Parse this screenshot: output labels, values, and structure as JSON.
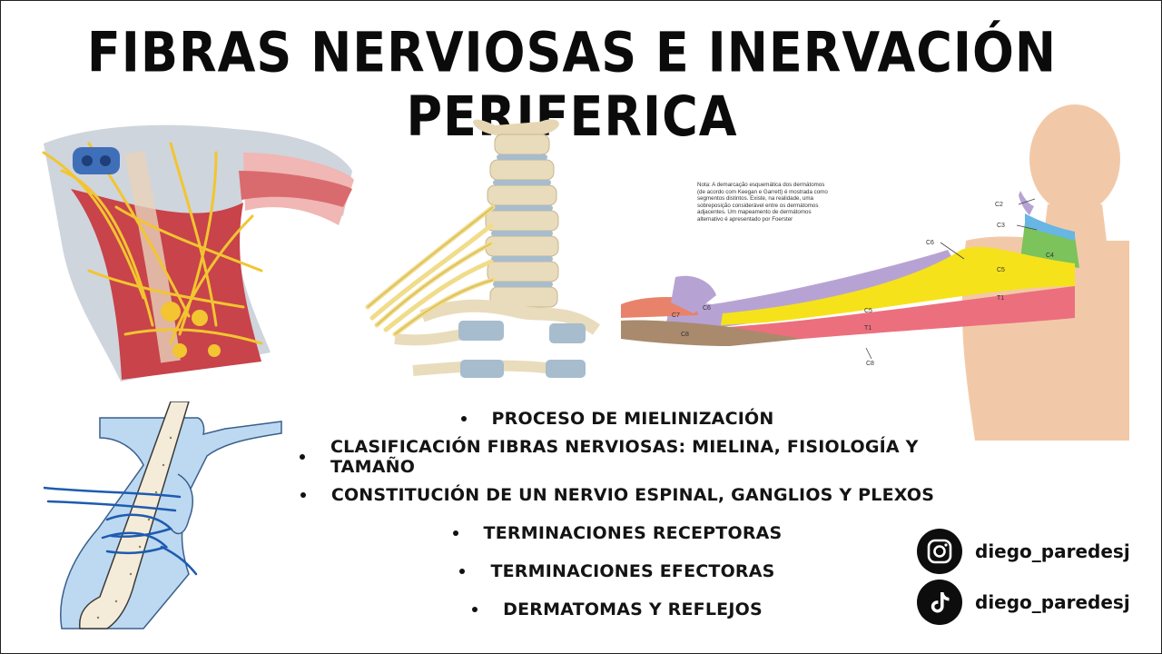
{
  "title": "FIBRAS NERVIOSAS E INERVACIÓN PERIFERICA",
  "topics": [
    "PROCESO DE MIELINIZACIÓN",
    "CLASIFICACIÓN FIBRAS NERVIOSAS: MIELINA, FISIOLOGÍA Y TAMAÑO",
    "CONSTITUCIÓN DE UN NERVIO ESPINAL, GANGLIOS Y PLEXOS",
    "TERMINACIONES RECEPTORAS",
    "TERMINACIONES EFECTORAS",
    "DERMATOMAS Y REFLEJOS"
  ],
  "dermatome_note": "Nota: A demarcação esquemática dos dermátomos (de acordo com Keegan e Garrett) é mostrada como segmentos distintos. Existe, na realidade, uma sobreposição considerável entre os dermátomos adjacentes. Um mapeamento de dermátomos alternativo é apresentado por Foerster",
  "dermatome_labels": [
    "C2",
    "C3",
    "C4",
    "C5",
    "C6",
    "C5",
    "C6",
    "C7",
    "C8",
    "T1",
    "T1",
    "C8"
  ],
  "socials": [
    {
      "network": "instagram-icon",
      "handle": "diego_paredesj"
    },
    {
      "network": "tiktok-icon",
      "handle": "diego_paredesj"
    }
  ],
  "colors": {
    "c5_yellow": "#f6e21a",
    "t1_pink": "#ec6f7e",
    "c6_lilac": "#b7a3d3",
    "c4_green": "#7bc35a",
    "c3_blue": "#67b6e4",
    "c8_brown": "#a98a6d",
    "skin": "#f2c9a8",
    "nerve_yellow": "#f2c531",
    "muscle_red": "#c8434a"
  }
}
